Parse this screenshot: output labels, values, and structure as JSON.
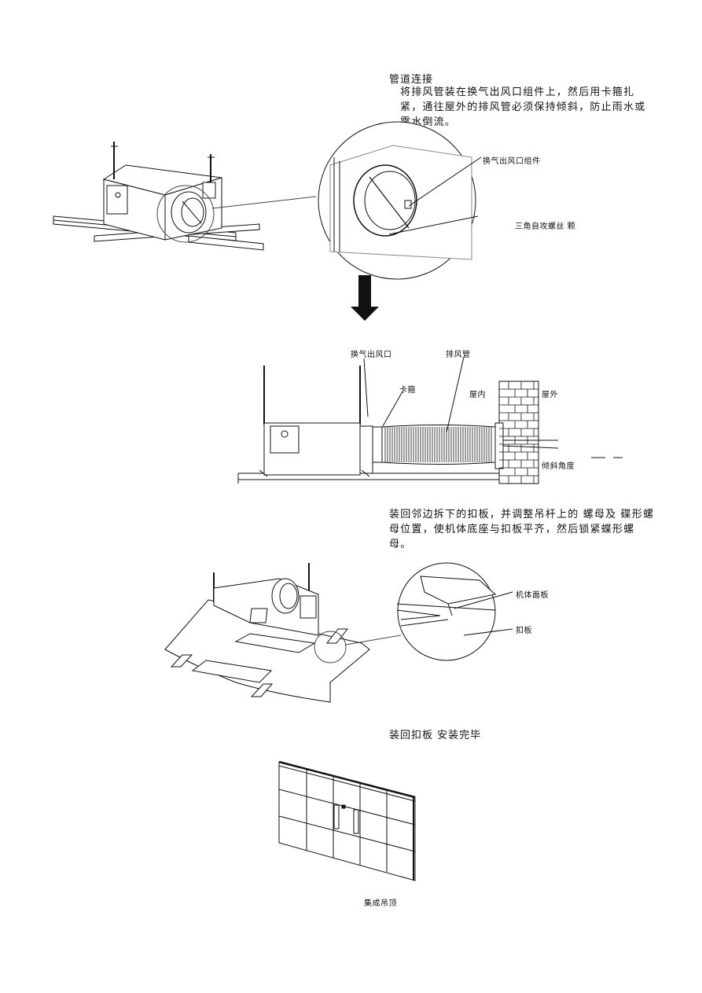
{
  "section1": {
    "title": "管道连接",
    "text": "将排风管装在换气出风口组件上，然后用卡箍扎紧，通往屋外的排风管必须保持倾斜，防止雨水或露水倒流。",
    "labels": {
      "outlet_assembly": "换气出风口组件",
      "screw": "三角自攻螺丝  颗"
    }
  },
  "section2": {
    "labels": {
      "outlet": "换气出风口",
      "duct": "排风管",
      "clamp": "卡箍",
      "indoor": "屋内",
      "outdoor": "屋外",
      "slope": "倾斜角度"
    }
  },
  "section3": {
    "text": "装回邻边拆下的扣板，并调整吊杆上的   螺母及  碟形螺母位置，使机体底座与扣板平齐，然后锁紧蝶形螺母。",
    "labels": {
      "panel": "机体面板",
      "buckle_plate": "扣板"
    }
  },
  "section4": {
    "title": "装回扣板 安装完毕",
    "caption": "集成吊顶"
  },
  "icons": [
    "down-arrow-icon"
  ]
}
